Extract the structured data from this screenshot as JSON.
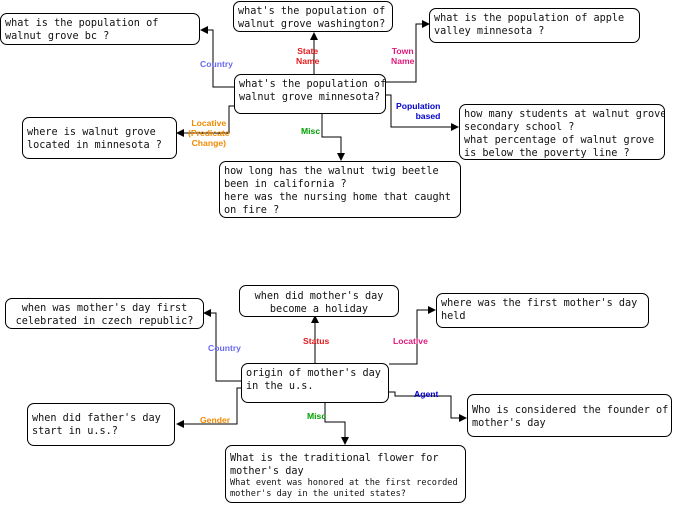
{
  "colors": {
    "country": "#6a6aee",
    "state_name": "#e31a1c",
    "status": "#e31a1c",
    "town_name": "#e0197b",
    "locative": "#e0197b",
    "locative_predicate": "#f08a00",
    "gender": "#f08a00",
    "population_based": "#0000cc",
    "agent": "#0000cc",
    "misc": "#00a000"
  },
  "diagram1": {
    "center": [
      "what's the population of",
      "walnut grove minnesota?"
    ],
    "country": [
      "what is the population of",
      "walnut grove bc ?"
    ],
    "state": [
      "what's the population of",
      "walnut grove washington?"
    ],
    "town": [
      "what is the population of apple",
      "valley minnesota ?"
    ],
    "locative": [
      "where is walnut grove",
      "located in minnesota ?"
    ],
    "population": [
      "how many students at walnut grove",
      "secondary school ?",
      "what percentage of walnut grove",
      "is below the poverty line ?"
    ],
    "misc": [
      "how long has the walnut twig beetle",
      "been in california ?",
      "here was the nursing home that caught",
      "on fire ?"
    ],
    "labels": {
      "country": "Country",
      "state_1": "State",
      "state_2": "Name",
      "town_1": "Town",
      "town_2": "Name",
      "population_1": "Population",
      "population_2": "based",
      "locative_1": "Locative",
      "locative_2": "(Predicate",
      "locative_3": "Change)",
      "misc": "Misc"
    }
  },
  "diagram2": {
    "center": [
      "origin of mother's day",
      "in the u.s."
    ],
    "country": [
      "when was mother's day first",
      "celebrated in czech republic?"
    ],
    "status": [
      "when did mother's day",
      "become a holiday"
    ],
    "locative": [
      "where was the first mother's day",
      "held"
    ],
    "gender": [
      "when did father's day",
      "start in u.s.?"
    ],
    "agent": [
      "Who is considered the founder of",
      "mother's day"
    ],
    "misc_main": [
      "What is the traditional flower for",
      "mother's day"
    ],
    "misc_small": [
      "What event was honored at the first recorded",
      "mother's day in the united states?"
    ],
    "labels": {
      "country": "Country",
      "status": "Status",
      "locative": "Locative",
      "gender": "Gender",
      "agent": "Agent",
      "misc": "Misc"
    }
  }
}
